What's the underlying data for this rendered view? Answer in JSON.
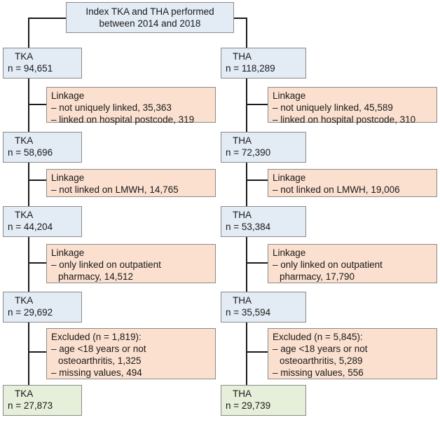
{
  "colors": {
    "stage_box": "#e3ebf5",
    "exclusion_box": "#fbe0cf",
    "final_box": "#e6efd9",
    "connector": "#1a1a1a"
  },
  "top": {
    "line1": "Index TKA and THA performed",
    "line2": "between 2014 and 2018"
  },
  "tka": {
    "stages": [
      {
        "label": "TKA",
        "count": "n = 94,651"
      },
      {
        "label": "TKA",
        "count": "n = 58,696"
      },
      {
        "label": "TKA",
        "count": "n = 44,204"
      },
      {
        "label": "TKA",
        "count": "n = 29,692"
      },
      {
        "label": "TKA",
        "count": "n = 27,873"
      }
    ],
    "exclusions": [
      {
        "lines": [
          "Linkage",
          "– not uniquely linked, 35,363",
          "– linked on hospital postcode, 319"
        ]
      },
      {
        "lines": [
          "Linkage",
          "– not linked on LMWH, 14,765"
        ]
      },
      {
        "lines": [
          "Linkage",
          "– only linked on outpatient",
          "pharmacy, 14,512"
        ]
      },
      {
        "lines": [
          "Excluded (n = 1,819):",
          "– age <18 years or not",
          "osteoarthritis, 1,325",
          "– missing values, 494"
        ]
      }
    ]
  },
  "tha": {
    "stages": [
      {
        "label": "THA",
        "count": "n = 118,289"
      },
      {
        "label": "THA",
        "count": "n = 72,390"
      },
      {
        "label": "THA",
        "count": "n = 53,384"
      },
      {
        "label": "THA",
        "count": "n = 35,594"
      },
      {
        "label": "THA",
        "count": "n = 29,739"
      }
    ],
    "exclusions": [
      {
        "lines": [
          "Linkage",
          "– not uniquely linked, 45,589",
          "– linked on hospital postcode, 310"
        ]
      },
      {
        "lines": [
          "Linkage",
          "– not linked on LMWH, 19,006"
        ]
      },
      {
        "lines": [
          "Linkage",
          "– only linked on outpatient",
          "pharmacy, 17,790"
        ]
      },
      {
        "lines": [
          "Excluded (n = 5,845):",
          "– age <18 years or not",
          "osteoarthritis, 5,289",
          "– missing values, 556"
        ]
      }
    ]
  }
}
